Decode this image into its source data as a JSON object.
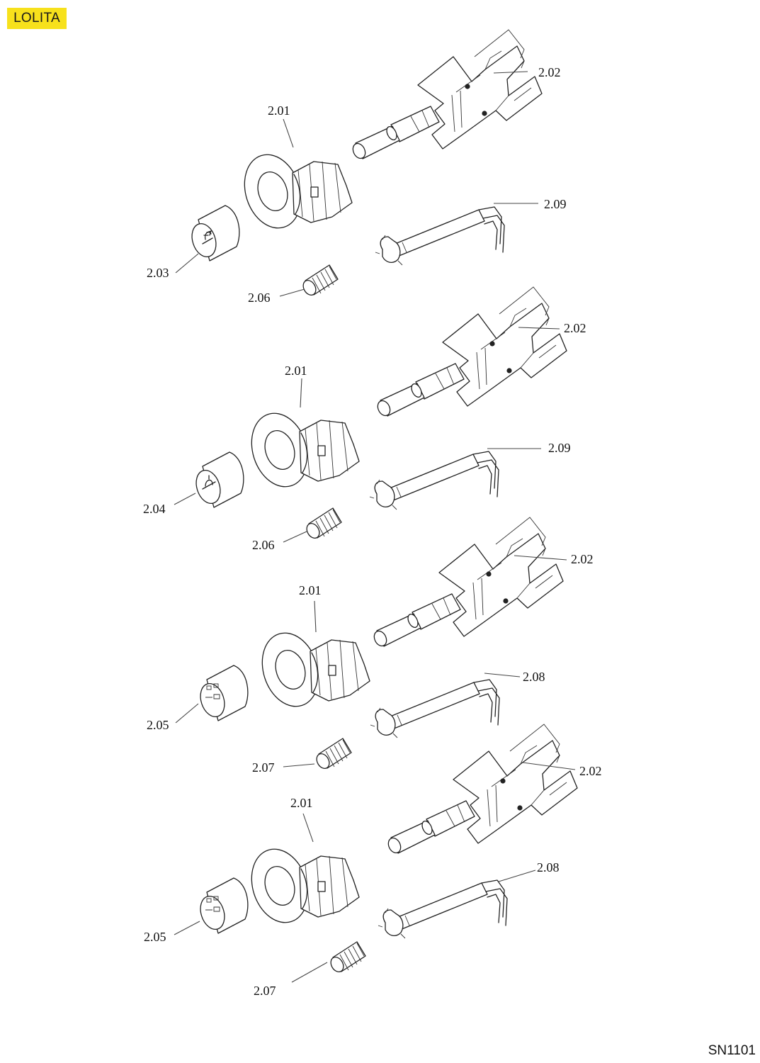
{
  "header": {
    "model_label": "LOLITA",
    "badge_color": "#f7e11c"
  },
  "footer": {
    "sheet_code": "SN1101"
  },
  "groups": [
    {
      "callouts": {
        "block": "2.02",
        "collar": "2.01",
        "thermocouple": "2.09",
        "knob": "2.03",
        "spring": "2.06"
      },
      "knob_symbol": "grill"
    },
    {
      "callouts": {
        "block": "2.02",
        "collar": "2.01",
        "thermocouple": "2.09",
        "knob": "2.04",
        "spring": "2.06"
      },
      "knob_symbol": "burner"
    },
    {
      "callouts": {
        "block": "2.02",
        "collar": "2.01",
        "thermocouple": "2.08",
        "knob": "2.05",
        "spring": "2.07"
      },
      "knob_symbol": "off-switch"
    },
    {
      "callouts": {
        "block": "2.02",
        "collar": "2.01",
        "thermocouple": "2.08",
        "knob": "2.05",
        "spring": "2.07"
      },
      "knob_symbol": "off-switch"
    }
  ]
}
